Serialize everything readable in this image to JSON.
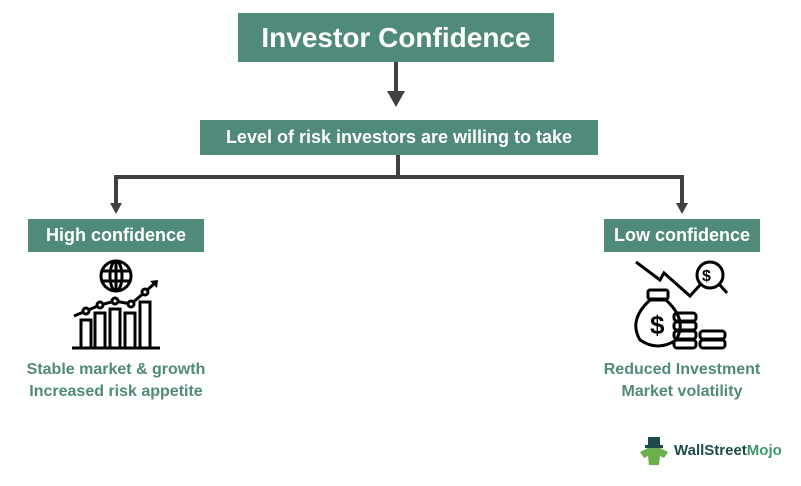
{
  "title": "Investor Confidence",
  "subtitle": "Level of risk investors are willing to take",
  "high": {
    "label": "High confidence",
    "lines": [
      "Stable market & growth",
      "Increased risk appetite"
    ],
    "icon": "globe-growth-chart-icon"
  },
  "low": {
    "label": "Low confidence",
    "lines": [
      "Reduced Investment",
      "Market volatility"
    ],
    "icon": "money-bag-decline-icon"
  },
  "brand": {
    "wall": "WallStreet",
    "mojo": "Mojo"
  },
  "colors": {
    "accent": "#4f8a7a",
    "arrow": "#404040"
  }
}
